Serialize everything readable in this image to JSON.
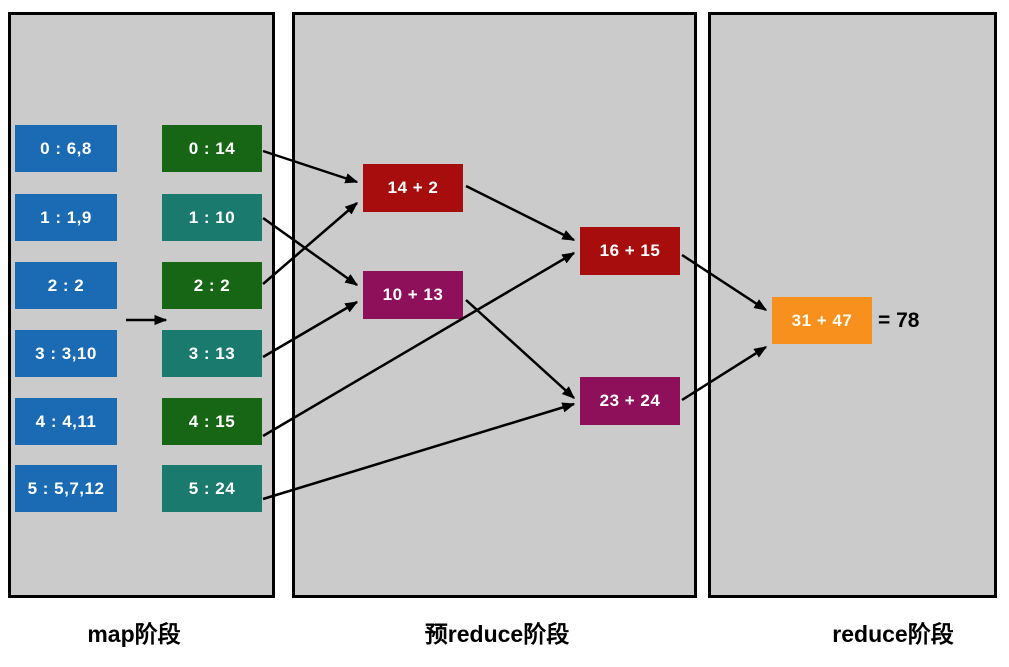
{
  "diagram_title": "MapReduce sum flow",
  "colors": {
    "panel_background": "#cbcbcb",
    "panel_border": "#000000",
    "map_input_blue": "#1a6bb4",
    "map_output_green": "#166616",
    "map_output_teal": "#1a7a6e",
    "prereduce_red": "#a80d0e",
    "prereduce_purple": "#8e0f5a",
    "reduce_orange": "#f8901d",
    "box_text": "#ffffff",
    "label_text": "#000000"
  },
  "map_stage": {
    "label": "map阶段",
    "inputs": [
      "0 : 6,8",
      "1 : 1,9",
      "2 : 2",
      "3 : 3,10",
      "4 : 4,11",
      "5 : 5,7,12"
    ],
    "outputs": [
      "0 : 14",
      "1 : 10",
      "2 : 2",
      "3 : 13",
      "4 : 15",
      "5 : 24"
    ]
  },
  "pre_reduce_stage": {
    "label": "预reduce阶段",
    "sums": [
      "14 + 2",
      "10 + 13",
      "16 + 15",
      "23 + 24"
    ]
  },
  "reduce_stage": {
    "label": "reduce阶段",
    "sum": "31 + 47",
    "result": "= 78"
  }
}
